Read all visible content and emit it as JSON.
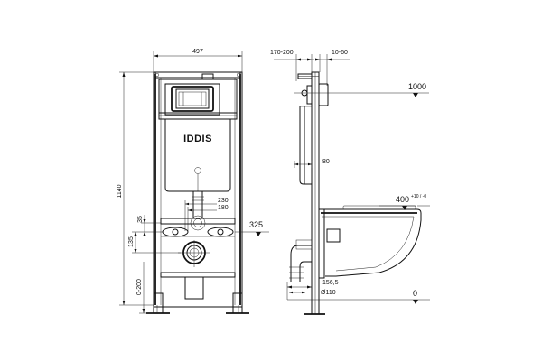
{
  "front_view": {
    "width_label": "497",
    "height_label": "1140",
    "range_0_200": "0-200",
    "dim_135": "135",
    "dim_35": "35",
    "dim_230": "230",
    "dim_180": "180",
    "level_325": "325",
    "logo": "IDDIS"
  },
  "side_view": {
    "dim_170_200": "170-200",
    "dim_10_60": "10-60",
    "dim_80": "80",
    "dim_156_5": "156,5",
    "dim_110": "Ø110",
    "level_1000": "1000",
    "level_400": "400",
    "level_400_tol": "+10 / -0",
    "level_0": "0"
  }
}
